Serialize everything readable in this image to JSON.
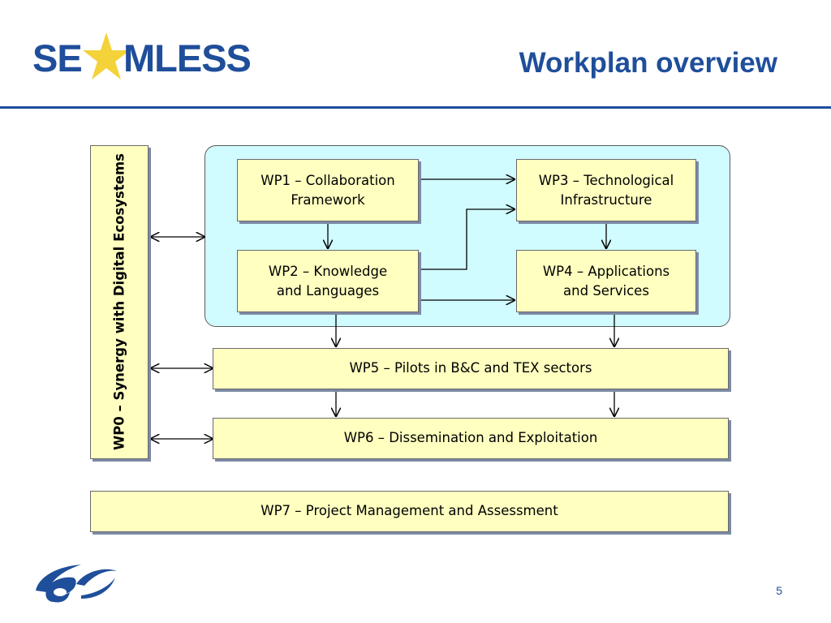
{
  "header": {
    "logo_left": "SE",
    "logo_right": "MLESS",
    "title": "Workplan overview"
  },
  "diagram": {
    "wp0": "WP0 – Synergy with Digital Ecosystems",
    "wp1": "WP1 – Collaboration\nFramework",
    "wp2": "WP2 – Knowledge\nand Languages",
    "wp3": "WP3 – Technological\nInfrastructure",
    "wp4": "WP4 – Applications\nand Services",
    "wp5": "WP5 – Pilots in B&C and TEX sectors",
    "wp6": "WP6 – Dissemination and Exploitation",
    "wp7": "WP7 – Project Management and Assessment"
  },
  "footer": {
    "page_number": "5"
  },
  "colors": {
    "brand_blue": "#1f4e9a",
    "box_fill": "#ffffc0",
    "cluster_fill": "#d0fbff",
    "star_yellow": "#f3d23a"
  }
}
